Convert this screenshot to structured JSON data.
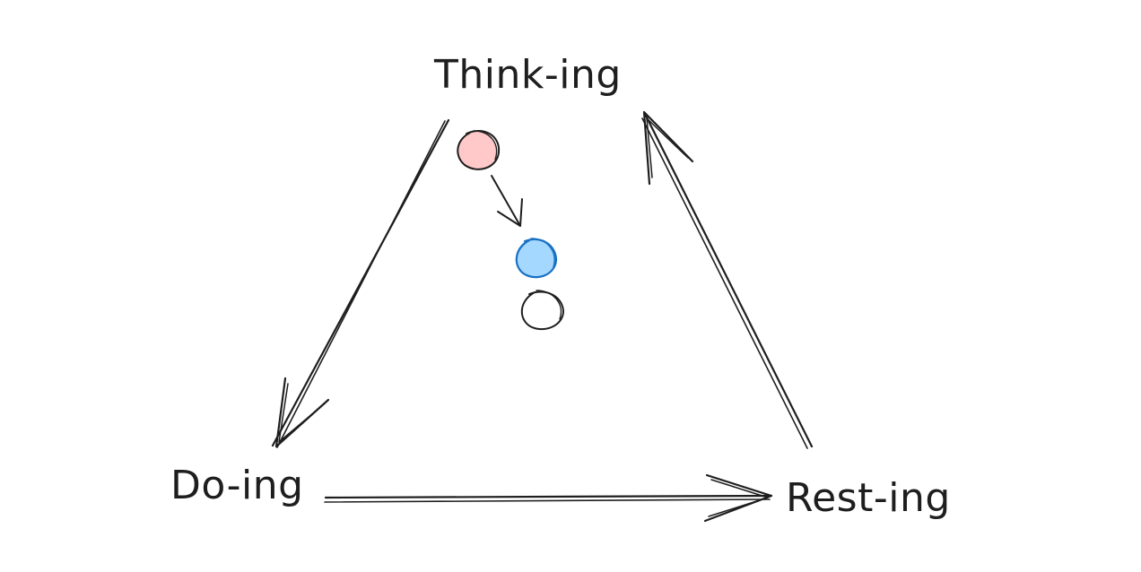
{
  "diagram": {
    "nodes": {
      "thinking": {
        "label": "Think-ing"
      },
      "doing": {
        "label": "Do-ing"
      },
      "resting": {
        "label": "Rest-ing"
      }
    },
    "cycle": [
      {
        "from": "thinking",
        "to": "doing"
      },
      {
        "from": "doing",
        "to": "resting"
      },
      {
        "from": "resting",
        "to": "thinking"
      }
    ],
    "markers": [
      {
        "shape": "circle",
        "fill": "#ffc9c9",
        "stroke": "#1e1e1e"
      },
      {
        "shape": "circle",
        "fill": "#a5d8ff",
        "stroke": "#1971c2"
      },
      {
        "shape": "circle",
        "fill": "#ffffff",
        "stroke": "#1e1e1e"
      }
    ],
    "marker_arrow": {
      "from": 0,
      "to": 1
    },
    "colors": {
      "ink": "#1e1e1e",
      "pink_fill": "#ffc9c9",
      "blue_fill": "#a5d8ff",
      "blue_stroke": "#1971c2",
      "background": "#ffffff"
    }
  }
}
